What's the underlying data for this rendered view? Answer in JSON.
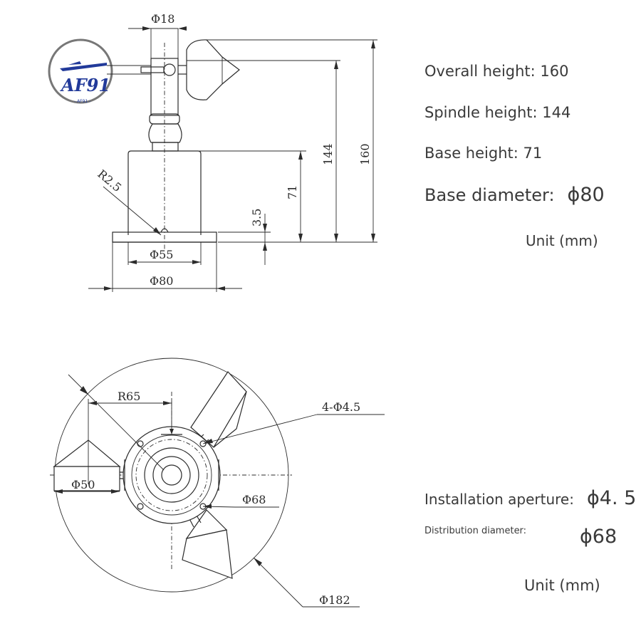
{
  "logo": {
    "text": "AF91",
    "subtext": "- AF91 -",
    "color": "#223a9a"
  },
  "side_view": {
    "dims": {
      "spindle_dia": "Φ18",
      "overall_h": "160",
      "spindle_h": "144",
      "base_h": "71",
      "plate_t": "3.5",
      "radius": "R2.5",
      "inner_dia": "Φ55",
      "base_dia": "Φ80"
    }
  },
  "top_view": {
    "dims": {
      "cup_radius": "R65",
      "holes": "4-Φ4.5",
      "cup_dia": "Φ50",
      "hole_circle": "Φ68",
      "sweep_dia": "Φ182"
    }
  },
  "specs_top": {
    "overall_height": "Overall height: 160",
    "spindle_height": "Spindle height: 144",
    "base_height": "Base height: 71",
    "base_diameter_label": "Base diameter:",
    "base_diameter_value": "ϕ80",
    "unit": "Unit (mm)"
  },
  "specs_bottom": {
    "aperture_label": "Installation aperture:",
    "aperture_value": "ϕ4. 5",
    "distribution_label": "Distribution diameter:",
    "distribution_value": "ϕ68",
    "unit": "Unit (mm)"
  }
}
